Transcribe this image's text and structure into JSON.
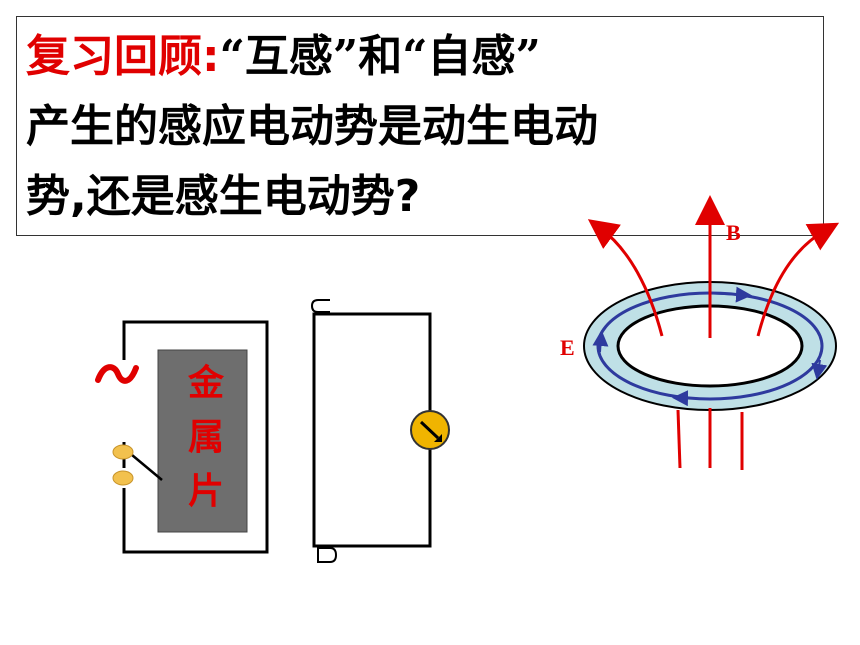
{
  "title": {
    "lead": "复习回顾:",
    "quote": "“互感”和“自感”",
    "line2": "产生的感应电动势是动生电动",
    "line3": "势,还是感生电动势?"
  },
  "labels": {
    "metal_plate": [
      "金",
      "属",
      "片"
    ],
    "ac_symbol": "~",
    "B": "B",
    "E": "E"
  },
  "colors": {
    "accent": "#e00000",
    "plate": "#6e6e6e",
    "ring_fill": "#bfe0e6",
    "ring_loop": "#2e3a9e",
    "field_lines": "#e00000",
    "meter": "#f0b400",
    "contact": "#f2c14e"
  },
  "icons": [
    "ac-source-icon",
    "galvanometer-icon",
    "contact-dot-icon",
    "arrow-icon"
  ]
}
